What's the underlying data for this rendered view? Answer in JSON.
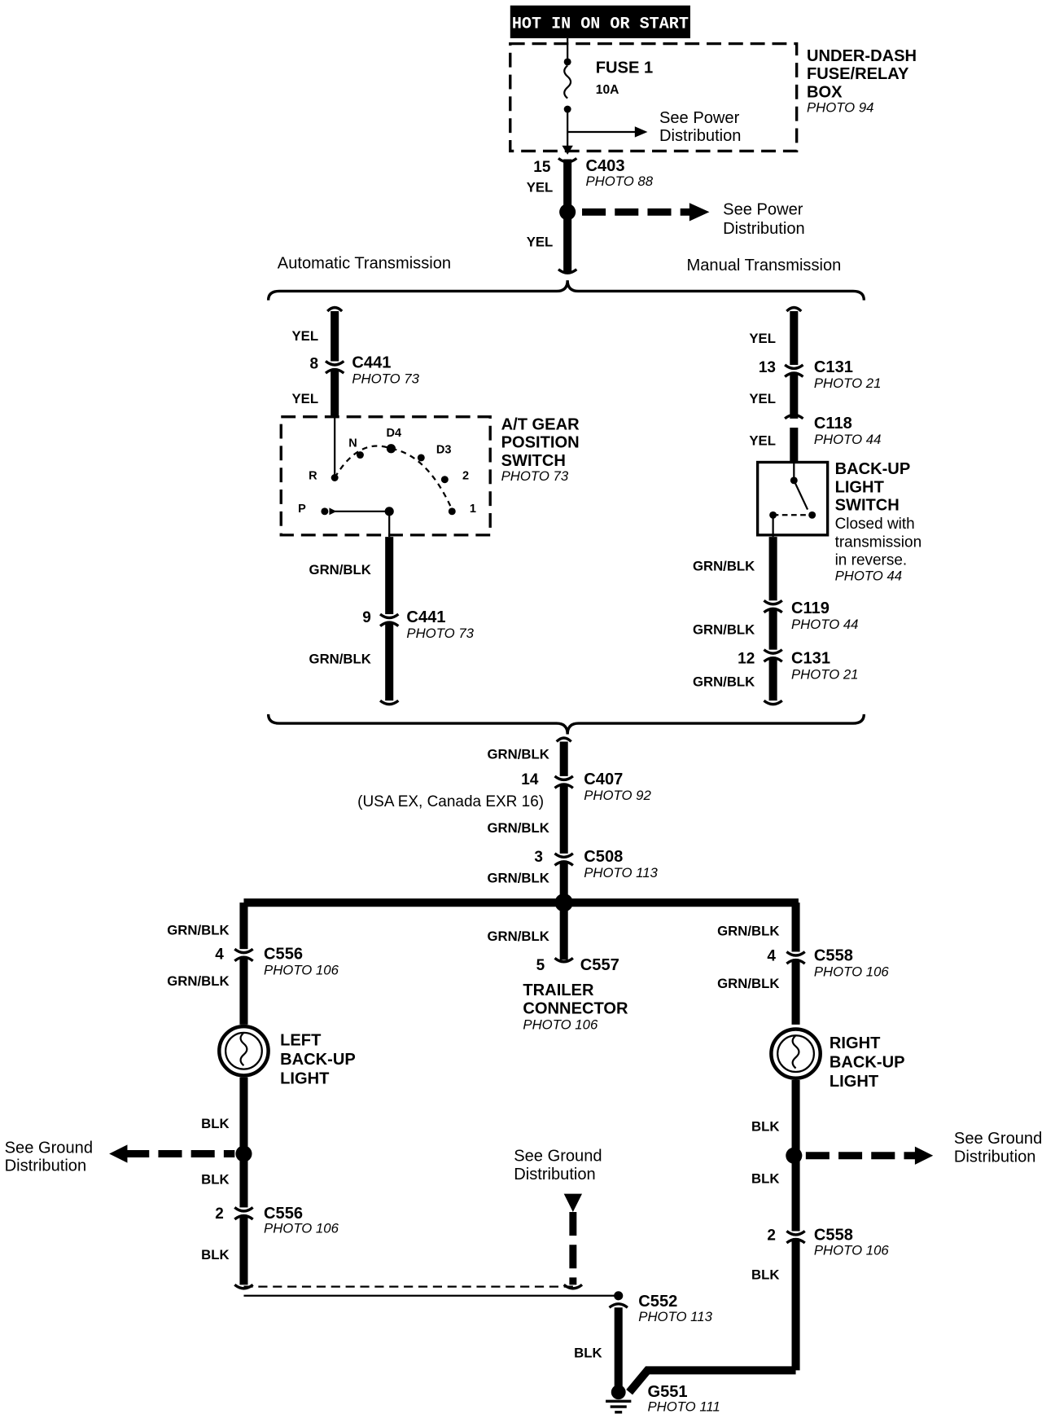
{
  "header": {
    "hot_label": "HOT IN ON OR START"
  },
  "fuse_box": {
    "fuse_name": "FUSE 1",
    "fuse_rating": "10A",
    "see_power": [
      "See Power",
      "Distribution"
    ],
    "title": [
      "UNDER-DASH",
      "FUSE/RELAY",
      "BOX"
    ],
    "photo": "PHOTO 94"
  },
  "c403": {
    "pin": "15",
    "name": "C403",
    "photo": "PHOTO 88",
    "wire1": "YEL",
    "wire2": "YEL"
  },
  "see_power_2": [
    "See Power",
    "Distribution"
  ],
  "branches": {
    "auto": "Automatic Transmission",
    "manual": "Manual Transmission"
  },
  "auto_branch": {
    "wire_top": "YEL",
    "c441_top": {
      "pin": "8",
      "name": "C441",
      "photo": "PHOTO 73"
    },
    "wire_mid": "YEL",
    "switch_title": [
      "A/T GEAR",
      "POSITION",
      "SWITCH"
    ],
    "switch_photo": "PHOTO 73",
    "positions": {
      "N": "N",
      "D4": "D4",
      "D3": "D3",
      "R": "R",
      "two": "2",
      "P": "P",
      "one": "1"
    },
    "wire_low": "GRN/BLK",
    "c441_bot": {
      "pin": "9",
      "name": "C441",
      "photo": "PHOTO 73"
    },
    "wire_bot": "GRN/BLK"
  },
  "manual_branch": {
    "wire_top": "YEL",
    "c131_top": {
      "pin": "13",
      "name": "C131",
      "photo": "PHOTO 21"
    },
    "wire_mid": "YEL",
    "c118": {
      "name": "C118",
      "photo": "PHOTO 44"
    },
    "wire_mid2": "YEL",
    "switch_title": [
      "BACK-UP",
      "LIGHT",
      "SWITCH"
    ],
    "switch_note": [
      "Closed with",
      "transmission",
      "in reverse."
    ],
    "switch_photo": "PHOTO 44",
    "wire_low": "GRN/BLK",
    "c119": {
      "name": "C119",
      "photo": "PHOTO 44"
    },
    "wire_low2": "GRN/BLK",
    "c131_bot": {
      "pin": "12",
      "name": "C131",
      "photo": "PHOTO 21"
    },
    "wire_bot": "GRN/BLK"
  },
  "trunk": {
    "wire1": "GRN/BLK",
    "c407": {
      "pin": "14",
      "name": "C407",
      "photo": "PHOTO 92",
      "note": "(USA EX, Canada EXR 16)"
    },
    "wire2": "GRN/BLK",
    "c508": {
      "pin": "3",
      "name": "C508",
      "photo": "PHOTO 113"
    },
    "wire3": "GRN/BLK"
  },
  "left": {
    "wire_top": "GRN/BLK",
    "c556_top": {
      "pin": "4",
      "name": "C556",
      "photo": "PHOTO 106"
    },
    "wire_mid": "GRN/BLK",
    "light": [
      "LEFT",
      "BACK-UP",
      "LIGHT"
    ],
    "wire_blk1": "BLK",
    "see_ground": [
      "See Ground",
      "Distribution"
    ],
    "wire_blk2": "BLK",
    "c556_bot": {
      "pin": "2",
      "name": "C556",
      "photo": "PHOTO 106"
    },
    "wire_blk3": "BLK"
  },
  "trailer": {
    "wire": "GRN/BLK",
    "c557": {
      "pin": "5",
      "name": "C557"
    },
    "title": [
      "TRAILER",
      "CONNECTOR"
    ],
    "photo": "PHOTO 106"
  },
  "right": {
    "wire_top": "GRN/BLK",
    "c558_top": {
      "pin": "4",
      "name": "C558",
      "photo": "PHOTO 106"
    },
    "wire_mid": "GRN/BLK",
    "light": [
      "RIGHT",
      "BACK-UP",
      "LIGHT"
    ],
    "wire_blk1": "BLK",
    "see_ground": [
      "See Ground",
      "Distribution"
    ],
    "wire_blk2": "BLK",
    "c558_bot": {
      "pin": "2",
      "name": "C558",
      "photo": "PHOTO 106"
    },
    "wire_blk3": "BLK"
  },
  "center_ground": [
    "See Ground",
    "Distribution"
  ],
  "c552": {
    "name": "C552",
    "photo": "PHOTO 113",
    "wire": "BLK"
  },
  "g551": {
    "name": "G551",
    "photo": "PHOTO 111"
  }
}
